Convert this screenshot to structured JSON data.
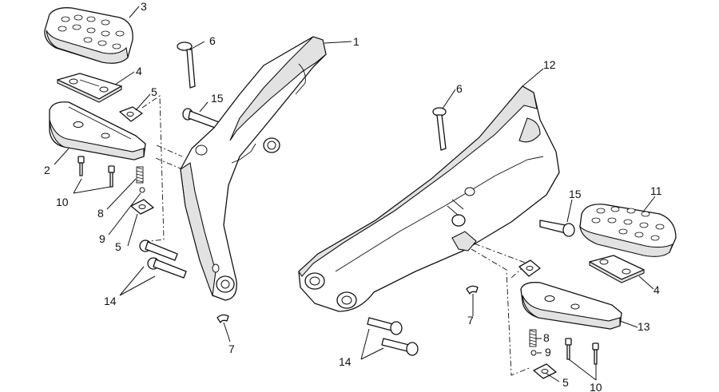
{
  "callouts": {
    "c1": "1",
    "c2": "2",
    "c3": "3",
    "c4a": "4",
    "c4b": "4",
    "c5a": "5",
    "c5b": "5",
    "c5c": "5",
    "c6a": "6",
    "c6b": "6",
    "c7a": "7",
    "c7b": "7",
    "c8a": "8",
    "c8b": "8",
    "c9a": "9",
    "c9b": "9",
    "c10a": "10",
    "c10b": "10",
    "c11": "11",
    "c12": "12",
    "c13": "13",
    "c14a": "14",
    "c14b": "14",
    "c15a": "15",
    "c15b": "15"
  },
  "colors": {
    "line": "#111111",
    "background": "#ffffff",
    "shade": "#e2e2e2"
  }
}
